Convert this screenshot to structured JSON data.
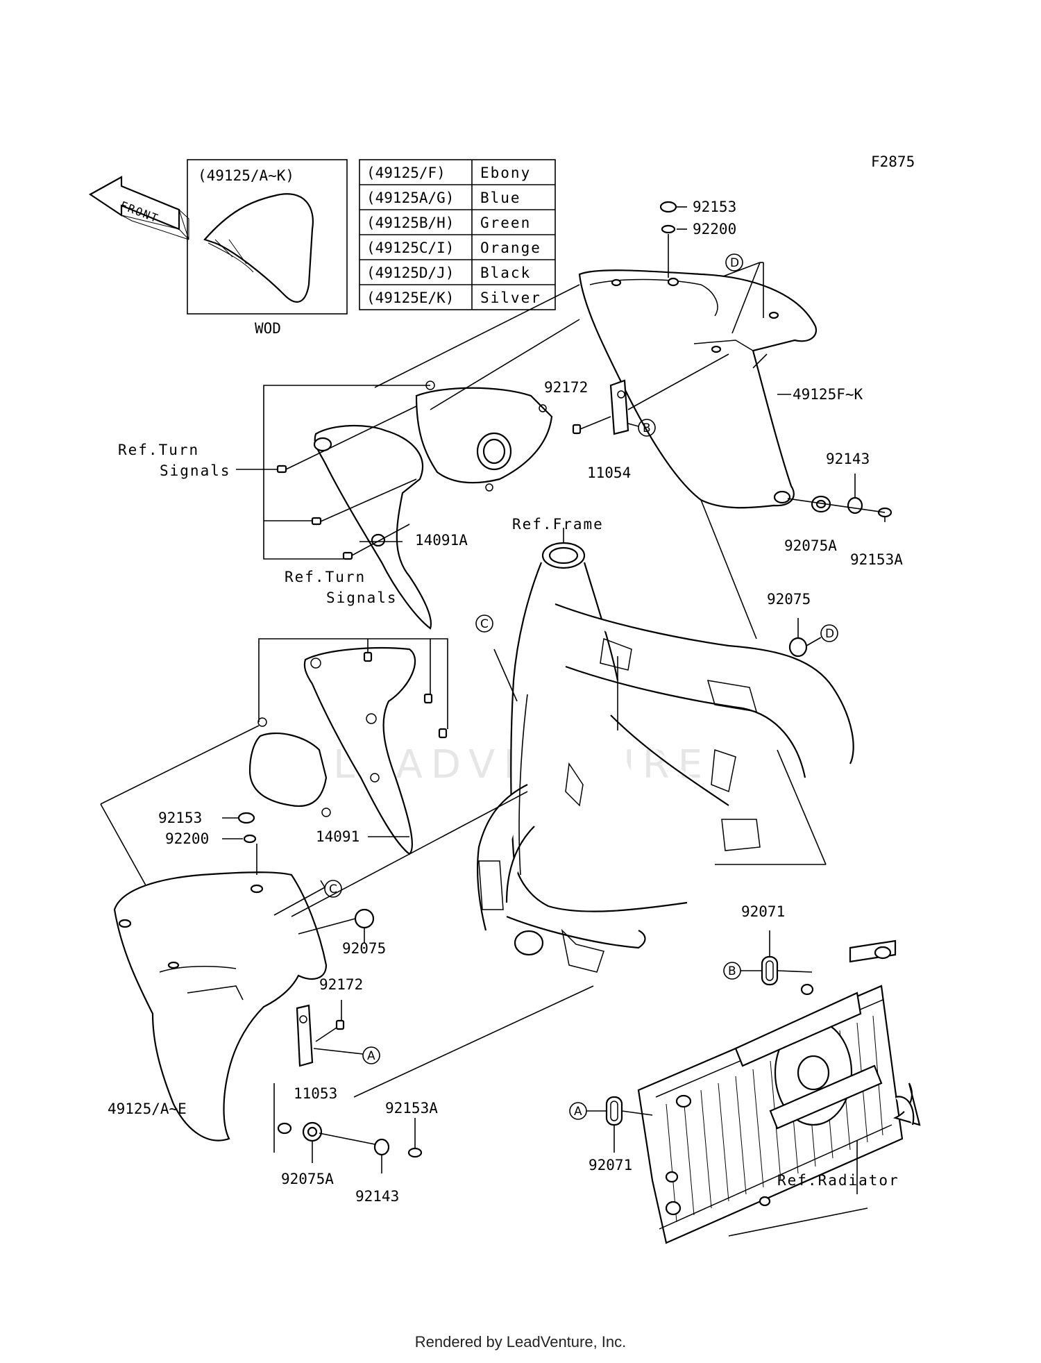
{
  "diagram_code": "F2875",
  "footer": "Rendered by LeadVenture, Inc.",
  "watermark": "LEADVENTURE",
  "front_arrow": "FRONT",
  "inset": {
    "title": "(49125/A~K)",
    "caption": "WOD"
  },
  "color_table": [
    {
      "code": "(49125/F)",
      "color": "Ebony"
    },
    {
      "code": "(49125A/G)",
      "color": "Blue"
    },
    {
      "code": "(49125B/H)",
      "color": "Green"
    },
    {
      "code": "(49125C/I)",
      "color": "Orange"
    },
    {
      "code": "(49125D/J)",
      "color": "Black"
    },
    {
      "code": "(49125E/K)",
      "color": "Silver"
    }
  ],
  "labels": {
    "p92153_top": "92153",
    "p92200_top": "92200",
    "p49125FK": "49125F~K",
    "p92172_top": "92172",
    "p11054": "11054",
    "p92143_right": "92143",
    "p92075A_right": "92075A",
    "p92153A_right": "92153A",
    "p92075_right": "92075",
    "ref_turn1_a": "Ref.Turn",
    "ref_turn1_b": "Signals",
    "p14091A": "14091A",
    "ref_frame": "Ref.Frame",
    "ref_turn2_a": "Ref.Turn",
    "ref_turn2_b": "Signals",
    "p14091": "14091",
    "p92153_left": "92153",
    "p92200_left": "92200",
    "p92075_left": "92075",
    "p92172_left": "92172",
    "p11053": "11053",
    "p49125AE": "49125/A~E",
    "p92153A_left": "92153A",
    "p92075A_left": "92075A",
    "p92143_left": "92143",
    "p92071_top": "92071",
    "p92071_bottom": "92071",
    "ref_radiator": "Ref.Radiator"
  },
  "callouts": {
    "A": "A",
    "B": "B",
    "C": "C",
    "D": "D"
  }
}
